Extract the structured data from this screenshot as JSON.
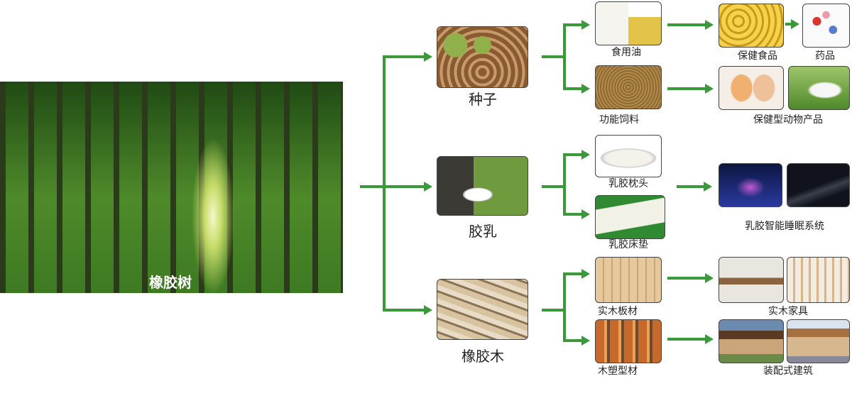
{
  "root": {
    "label": "橡胶树"
  },
  "level1": [
    {
      "label": "种子"
    },
    {
      "label": "胶乳"
    },
    {
      "label": "橡胶木"
    }
  ],
  "level2": [
    {
      "label": "食用油"
    },
    {
      "label": "功能饲料"
    },
    {
      "label": "乳胶枕头"
    },
    {
      "label": "乳胶床垫"
    },
    {
      "label": "实木板材"
    },
    {
      "label": "木塑型材"
    }
  ],
  "level3": [
    {
      "label": "保健食品"
    },
    {
      "label": "药品"
    },
    {
      "label": "保健型动物产品"
    },
    {
      "label": "乳胶智能睡眠系统"
    },
    {
      "label": "实木家具"
    },
    {
      "label": "装配式建筑"
    }
  ],
  "colors": {
    "arrow": "#3a9a3a"
  }
}
